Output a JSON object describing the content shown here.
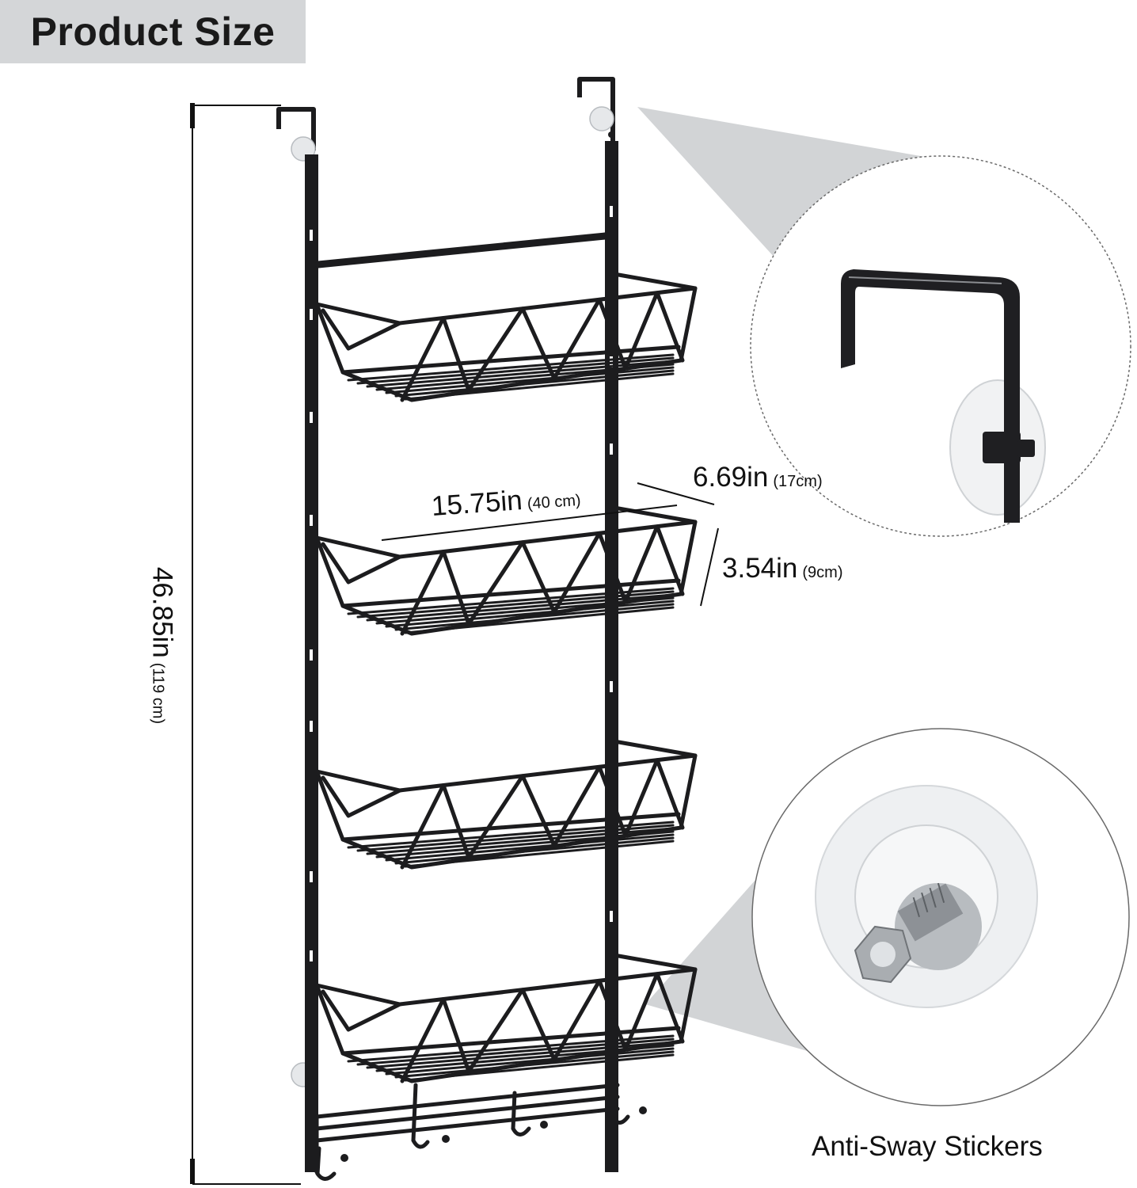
{
  "header": {
    "title": "Product Size"
  },
  "dimensions": {
    "height": {
      "value": "46.85in",
      "metric": "(119 cm)"
    },
    "width": {
      "value": "15.75in",
      "metric": "(40 cm)"
    },
    "depth": {
      "value": "6.69in",
      "metric": "(17cm)"
    },
    "basket_height": {
      "value": "3.54in",
      "metric": "(9cm)"
    }
  },
  "details": {
    "sticker_caption": "Anti-Sway Stickers"
  },
  "colors": {
    "frame": "#1c1c1e",
    "badge_bg": "#d4d6d8",
    "callout_gray": "#d2d4d6"
  }
}
